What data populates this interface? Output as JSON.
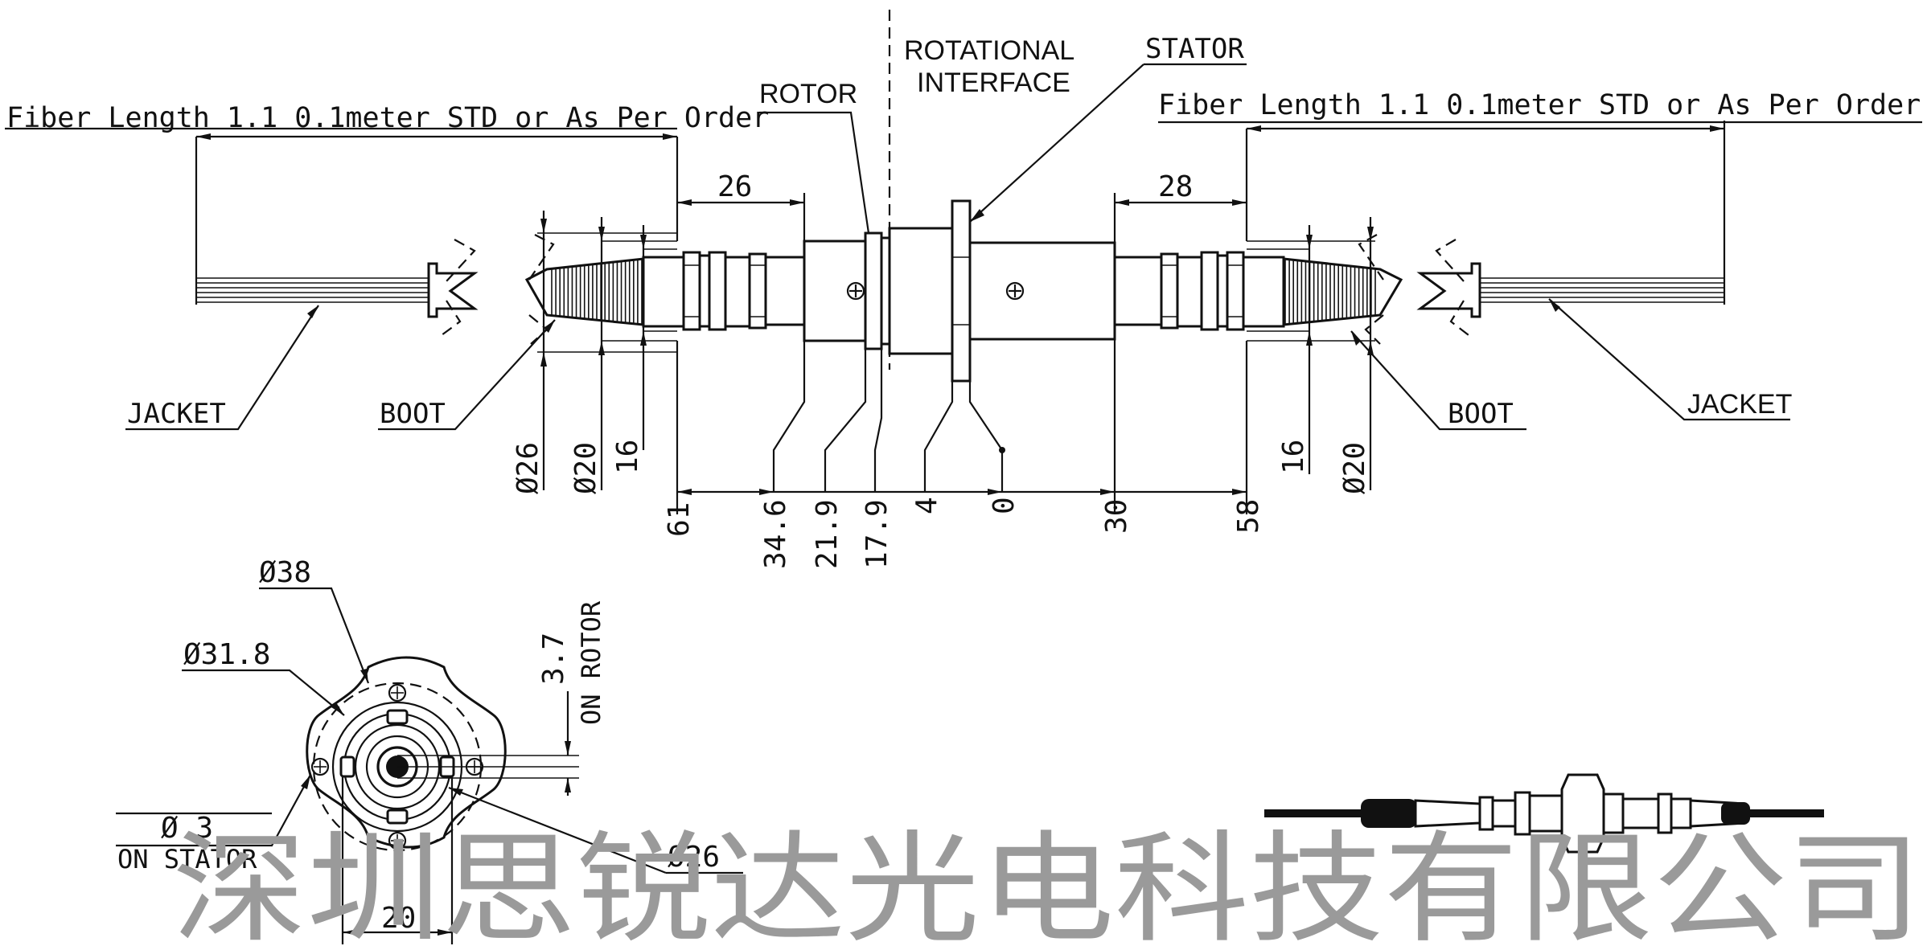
{
  "labels": {
    "fiber_length_left": "Fiber Length 1.1 0.1meter STD or As Per Order",
    "fiber_length_right": "Fiber Length 1.1 0.1meter STD or As Per Order",
    "rotor": "ROTOR",
    "rotational_interface_line1": "ROTATIONAL",
    "rotational_interface_line2": "INTERFACE",
    "stator": "STATOR",
    "jacket_left": "JACKET",
    "boot_left": "BOOT",
    "boot_right": "BOOT",
    "jacket_right": "JACKET"
  },
  "dimensions": {
    "top_left_length": "26",
    "top_right_length": "28",
    "dia_26_left": "Ø26",
    "dia_20_left": "Ø20",
    "len_16_left": "16",
    "len_16_right": "16",
    "dia_20_right": "Ø20",
    "station_61": "61",
    "station_34_6": "34.6",
    "station_21_9": "21.9",
    "station_17_9": "17.9",
    "station_4": "4",
    "station_0": "0",
    "station_30": "30",
    "station_58": "58"
  },
  "end_view": {
    "dia_38": "Ø38",
    "dia_31_8": "Ø31.8",
    "dia_3": "Ø 3",
    "on_stator": "ON STATOR",
    "offset_3_7": "3.7",
    "on_rotor": "ON ROTOR",
    "dia_26": "Ø26",
    "width_20": "20"
  },
  "watermark": "深圳思锐达光电科技有限公司",
  "colors": {
    "line": "#111111",
    "watermark": "#9a9a9a",
    "background": "#ffffff"
  }
}
